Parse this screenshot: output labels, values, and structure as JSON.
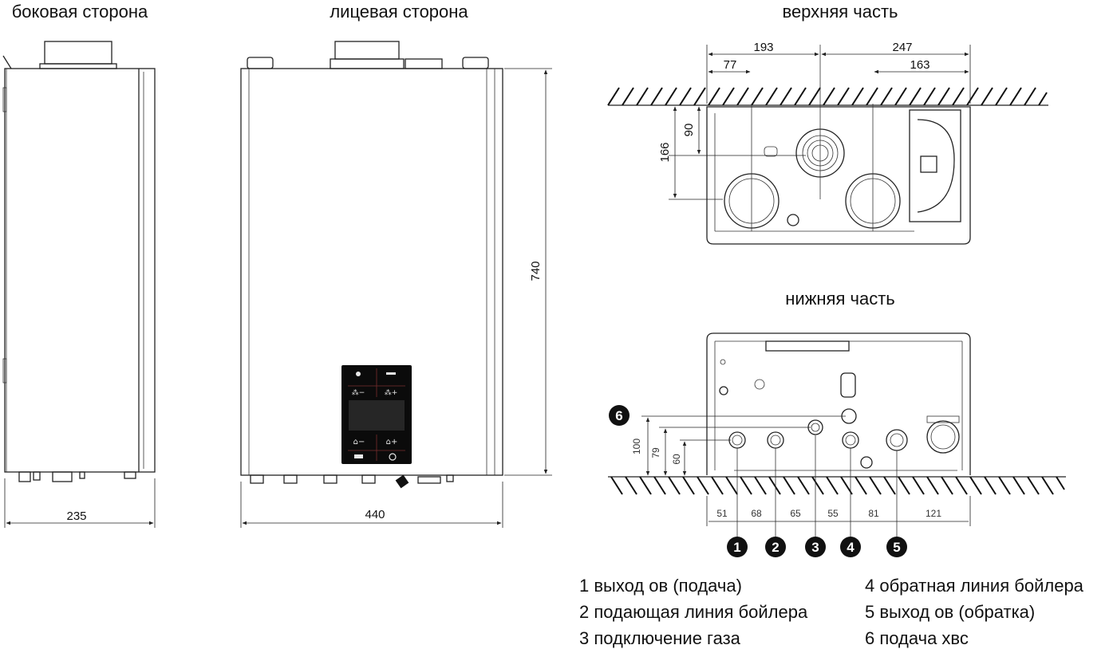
{
  "views": {
    "side": {
      "title": "боковая сторона",
      "width_label": "235"
    },
    "front": {
      "title": "лицевая сторона",
      "width_label": "440",
      "height_label": "740"
    },
    "top": {
      "title": "верхняя часть",
      "dims": {
        "d193": "193",
        "d247": "247",
        "d77": "77",
        "d163": "163",
        "d90": "90",
        "d166": "166"
      }
    },
    "bottom": {
      "title": "нижняя часть",
      "height_dims": {
        "d100": "100",
        "d79": "79",
        "d60": "60"
      },
      "spacing_dims": [
        "51",
        "68",
        "65",
        "55",
        "81",
        "121"
      ],
      "connection_badges": [
        "1",
        "2",
        "3",
        "4",
        "5"
      ],
      "cold_water_badge": "6"
    }
  },
  "legend": {
    "left": [
      "1 выход ов (подача)",
      "2 подающая линия бойлера",
      "3 подключение газа"
    ],
    "right": [
      "4 обратная линия бойлера",
      "5 выход ов (обратка)",
      "6 подача хвс"
    ]
  },
  "colors": {
    "line": "#222222",
    "panel": "#0b0b0b",
    "screen": "#262626",
    "badge": "#111111"
  }
}
